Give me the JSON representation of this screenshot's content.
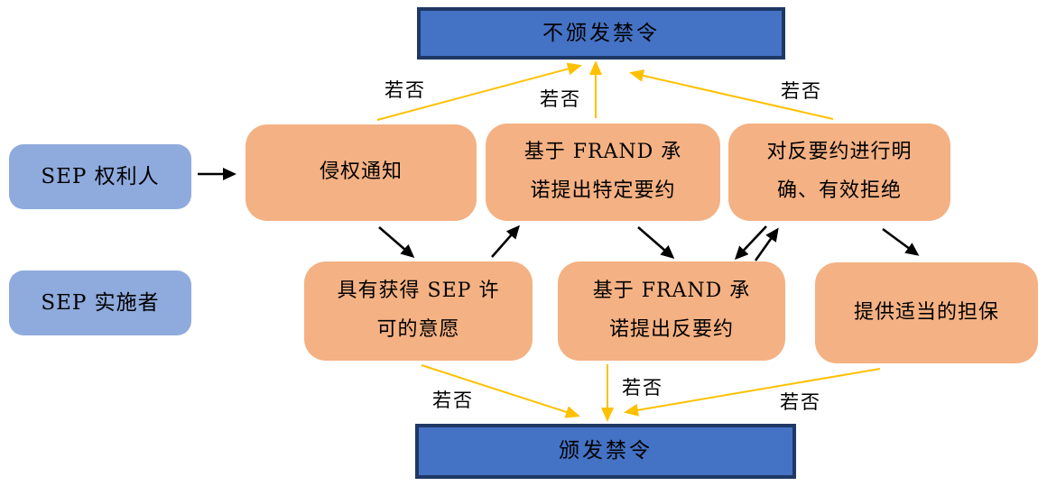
{
  "colors": {
    "outcome_fill": "#4472C4",
    "outcome_border": "#1F3864",
    "actor_fill": "#8FAADC",
    "step_fill": "#F4B183",
    "flow_arrow": "#000000",
    "condition_arrow": "#FFC000",
    "text": "#000000"
  },
  "outcomes": {
    "top": "不颁发禁令",
    "bottom": "颁发禁令"
  },
  "actors": [
    {
      "label": "SEP 权利人"
    },
    {
      "label": "SEP 实施者"
    }
  ],
  "steps": [
    {
      "id": "infringement-notice",
      "label": "侵权通知"
    },
    {
      "id": "specific-offer",
      "label": "基于 FRAND 承\n诺提出特定要约"
    },
    {
      "id": "reject-counter-offer",
      "label": "对反要约进行明\n确、有效拒绝"
    },
    {
      "id": "license-willingness",
      "label": "具有获得 SEP 许\n可的意愿"
    },
    {
      "id": "counter-offer",
      "label": "基于 FRAND 承\n诺提出反要约"
    },
    {
      "id": "provide-security",
      "label": "提供适当的担保"
    }
  ],
  "condition_labels": [
    "若否",
    "若否",
    "若否",
    "若否",
    "若否",
    "若否"
  ]
}
